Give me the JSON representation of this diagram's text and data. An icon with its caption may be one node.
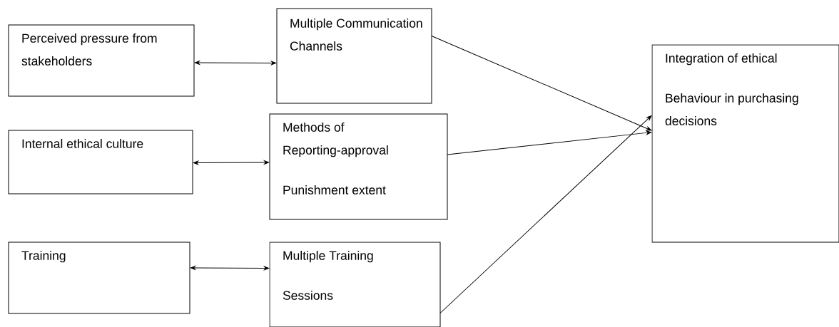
{
  "diagram": {
    "nodes": [
      {
        "text": [
          "Perceived pressure from stakeholders"
        ]
      },
      {
        "text": [
          "Multiple Communication Channels"
        ]
      },
      {
        "text": [
          "Internal ethical culture"
        ]
      },
      {
        "text": [
          "Methods of Reporting-approval",
          "Punishment extent"
        ]
      },
      {
        "text": [
          "Training"
        ]
      },
      {
        "text": [
          "Multiple Training",
          "Sessions"
        ]
      },
      {
        "text": [
          "Integration of ethical",
          "Behaviour in purchasing decisions"
        ]
      }
    ],
    "edges": [
      {
        "from": 0,
        "to": 1,
        "arrow": "both"
      },
      {
        "from": 2,
        "to": 3,
        "arrow": "both"
      },
      {
        "from": 4,
        "to": 5,
        "arrow": "both"
      },
      {
        "from": 1,
        "to": 6,
        "arrow": "to"
      },
      {
        "from": 3,
        "to": 6,
        "arrow": "to"
      },
      {
        "from": 5,
        "to": 6,
        "arrow": "to"
      }
    ]
  }
}
